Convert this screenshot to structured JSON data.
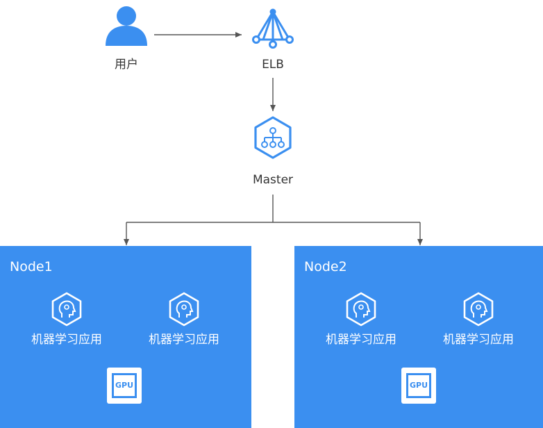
{
  "user": {
    "label": "用户",
    "icon": "user-icon"
  },
  "elb": {
    "label": "ELB",
    "icon": "load-balancer-icon"
  },
  "master": {
    "label": "Master",
    "icon": "master-hexagon-icon"
  },
  "nodes": [
    {
      "title": "Node1",
      "apps": [
        {
          "label": "机器学习应用"
        },
        {
          "label": "机器学习应用"
        }
      ],
      "chip": {
        "label": "GPU"
      }
    },
    {
      "title": "Node2",
      "apps": [
        {
          "label": "机器学习应用"
        },
        {
          "label": "机器学习应用"
        }
      ],
      "chip": {
        "label": "GPU"
      }
    }
  ],
  "colors": {
    "accent": "#3b8ff0",
    "line": "#555555",
    "text": "#333333"
  }
}
